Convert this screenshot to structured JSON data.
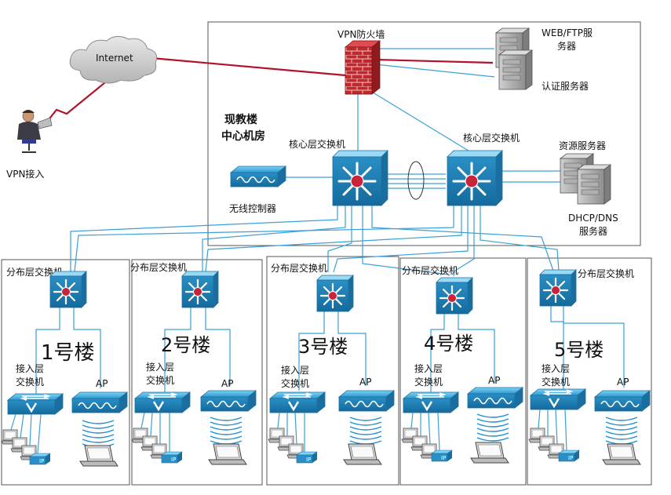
{
  "cloud": {
    "label": "Internet"
  },
  "user": {
    "label": "VPN接入"
  },
  "firewall": {
    "label": "VPN防火墙"
  },
  "center": {
    "title_line1": "现教楼",
    "title_line2": "中心机房"
  },
  "core_switches": [
    {
      "label": "核心层交换机"
    },
    {
      "label": "核心层交换机"
    }
  ],
  "wireless_controller": {
    "label": "无线控制器"
  },
  "servers": [
    {
      "label_line1": "WEB/FTP服",
      "label_line2": "务器"
    },
    {
      "label_line1": "认证服务器",
      "label_line2": ""
    },
    {
      "label_line1": "资源服务器",
      "label_line2": ""
    },
    {
      "label_line1": "DHCP/DNS",
      "label_line2": "服务器"
    }
  ],
  "buildings": [
    {
      "dist_label": "分布层交换机",
      "name": "1号楼",
      "access_line1": "接入层",
      "access_line2": "交换机",
      "ap_label": "AP"
    },
    {
      "dist_label": "分布层交换机",
      "name": "2号楼",
      "access_line1": "接入层",
      "access_line2": "交换机",
      "ap_label": "AP"
    },
    {
      "dist_label": "分布层交换机",
      "name": "3号楼",
      "access_line1": "接入层",
      "access_line2": "交换机",
      "ap_label": "AP"
    },
    {
      "dist_label": "分布层交换机",
      "name": "4号楼",
      "access_line1": "接入层",
      "access_line2": "交换机",
      "ap_label": "AP"
    },
    {
      "dist_label": "分布层交换机",
      "name": "5号楼",
      "access_line1": "接入层",
      "access_line2": "交换机",
      "ap_label": "AP"
    }
  ],
  "colors": {
    "switch_blue": "#2b8fc4",
    "wan_link": "#b3122b",
    "lan_link": "#3aa0d8",
    "firewall": "#c0282d"
  }
}
